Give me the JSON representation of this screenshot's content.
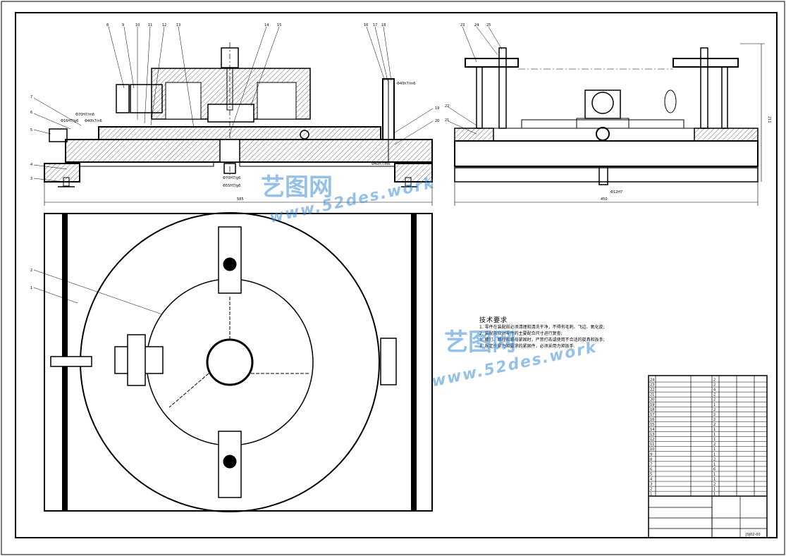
{
  "dimensions": {
    "front_width": "585",
    "side_width": "450",
    "side_height": "211"
  },
  "front_callouts": [
    "8",
    "9",
    "10",
    "11",
    "12",
    "13",
    "14",
    "15",
    "16",
    "17",
    "18",
    "7",
    "6",
    "5",
    "4",
    "3",
    "19",
    "20"
  ],
  "side_callouts": [
    "23",
    "24",
    "25",
    "22",
    "21"
  ],
  "plan_callouts": [
    "2",
    "1"
  ],
  "fits": {
    "f1": "Φ70H7/m6",
    "f2": "Φ16H7/g6",
    "f3": "Φ40h7/n6",
    "f4": "Φ40h7/m6",
    "f5": "Φ70H7/g6",
    "f6": "Φ55H7/g6",
    "f7": "Φ12H7"
  },
  "tech_notes": {
    "title": "技术要求",
    "lines": [
      "1. 零件在装配前必须清理和清洗干净，不得有毛刺、飞边、氧化皮;",
      "2. 装配前应对零件的主要配合尺寸进行复查;",
      "3. 螺钉、螺栓和螺母紧固时，严禁打击或使用不合适的旋具和扳手;",
      "4. 规定拧紧力矩要求的紧固件，必须采用力矩扳手."
    ]
  },
  "watermark": {
    "cn": "艺图网",
    "en": "www.52des.work"
  },
  "bom_rows": [
    "24",
    "23",
    "22",
    "21",
    "20",
    "19",
    "18",
    "17",
    "16",
    "15",
    "14",
    "13",
    "12",
    "11",
    "10",
    "9",
    "8",
    "7",
    "6",
    "5",
    "4",
    "3",
    "2",
    "1"
  ],
  "bom_qty": [
    "2",
    "2",
    "4",
    "2",
    "2",
    "1",
    "2",
    "2",
    "2",
    "2",
    "1",
    "1",
    "1",
    "2",
    "1",
    "1",
    "2",
    "1",
    "6",
    "1",
    "1",
    "2",
    "1",
    "1"
  ],
  "drawing_no": "JSJ02-00"
}
